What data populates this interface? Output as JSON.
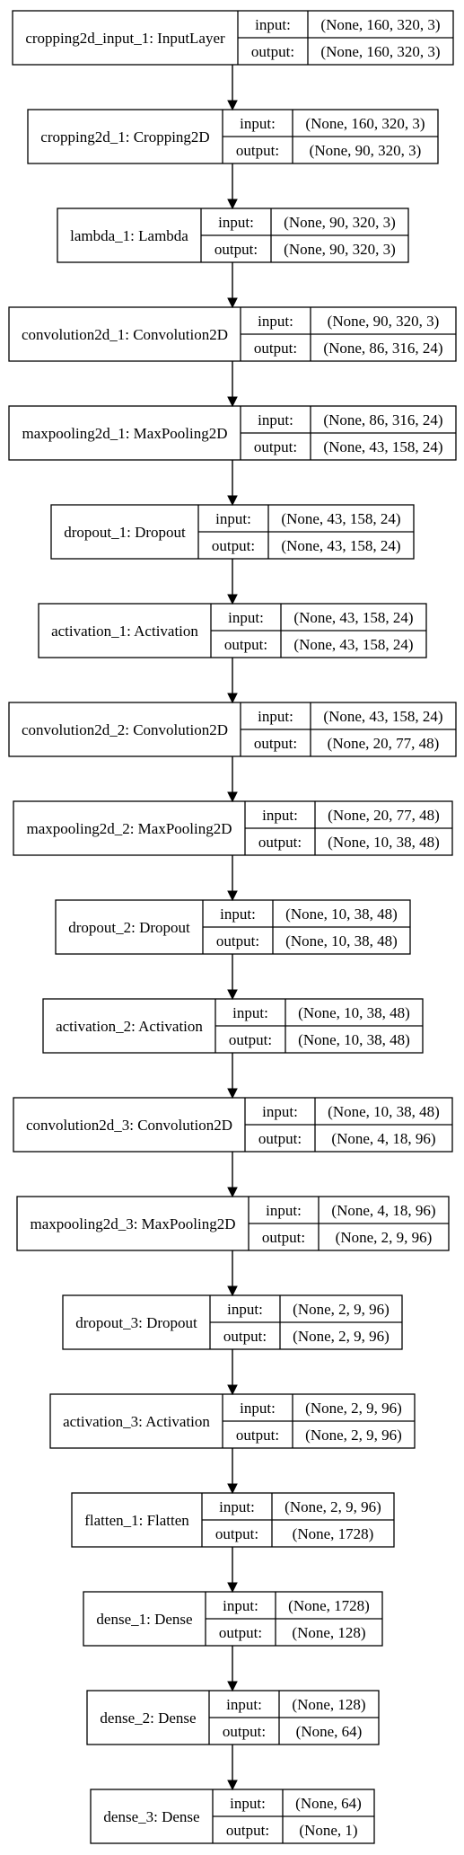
{
  "diagram": {
    "port_labels": {
      "input": "input:",
      "output": "output:"
    },
    "nodes": [
      {
        "name": "cropping2d_input_1: InputLayer",
        "input": "(None, 160, 320, 3)",
        "output": "(None, 160, 320, 3)"
      },
      {
        "name": "cropping2d_1: Cropping2D",
        "input": "(None, 160, 320, 3)",
        "output": "(None, 90, 320, 3)"
      },
      {
        "name": "lambda_1: Lambda",
        "input": "(None, 90, 320, 3)",
        "output": "(None, 90, 320, 3)"
      },
      {
        "name": "convolution2d_1: Convolution2D",
        "input": "(None, 90, 320, 3)",
        "output": "(None, 86, 316, 24)"
      },
      {
        "name": "maxpooling2d_1: MaxPooling2D",
        "input": "(None, 86, 316, 24)",
        "output": "(None, 43, 158, 24)"
      },
      {
        "name": "dropout_1: Dropout",
        "input": "(None, 43, 158, 24)",
        "output": "(None, 43, 158, 24)"
      },
      {
        "name": "activation_1: Activation",
        "input": "(None, 43, 158, 24)",
        "output": "(None, 43, 158, 24)"
      },
      {
        "name": "convolution2d_2: Convolution2D",
        "input": "(None, 43, 158, 24)",
        "output": "(None, 20, 77, 48)"
      },
      {
        "name": "maxpooling2d_2: MaxPooling2D",
        "input": "(None, 20, 77, 48)",
        "output": "(None, 10, 38, 48)"
      },
      {
        "name": "dropout_2: Dropout",
        "input": "(None, 10, 38, 48)",
        "output": "(None, 10, 38, 48)"
      },
      {
        "name": "activation_2: Activation",
        "input": "(None, 10, 38, 48)",
        "output": "(None, 10, 38, 48)"
      },
      {
        "name": "convolution2d_3: Convolution2D",
        "input": "(None, 10, 38, 48)",
        "output": "(None, 4, 18, 96)"
      },
      {
        "name": "maxpooling2d_3: MaxPooling2D",
        "input": "(None, 4, 18, 96)",
        "output": "(None, 2, 9, 96)"
      },
      {
        "name": "dropout_3: Dropout",
        "input": "(None, 2, 9, 96)",
        "output": "(None, 2, 9, 96)"
      },
      {
        "name": "activation_3: Activation",
        "input": "(None, 2, 9, 96)",
        "output": "(None, 2, 9, 96)"
      },
      {
        "name": "flatten_1: Flatten",
        "input": "(None, 2, 9, 96)",
        "output": "(None, 1728)"
      },
      {
        "name": "dense_1: Dense",
        "input": "(None, 1728)",
        "output": "(None, 128)"
      },
      {
        "name": "dense_2: Dense",
        "input": "(None, 128)",
        "output": "(None, 64)"
      },
      {
        "name": "dense_3: Dense",
        "input": "(None, 64)",
        "output": "(None, 1)"
      }
    ]
  }
}
